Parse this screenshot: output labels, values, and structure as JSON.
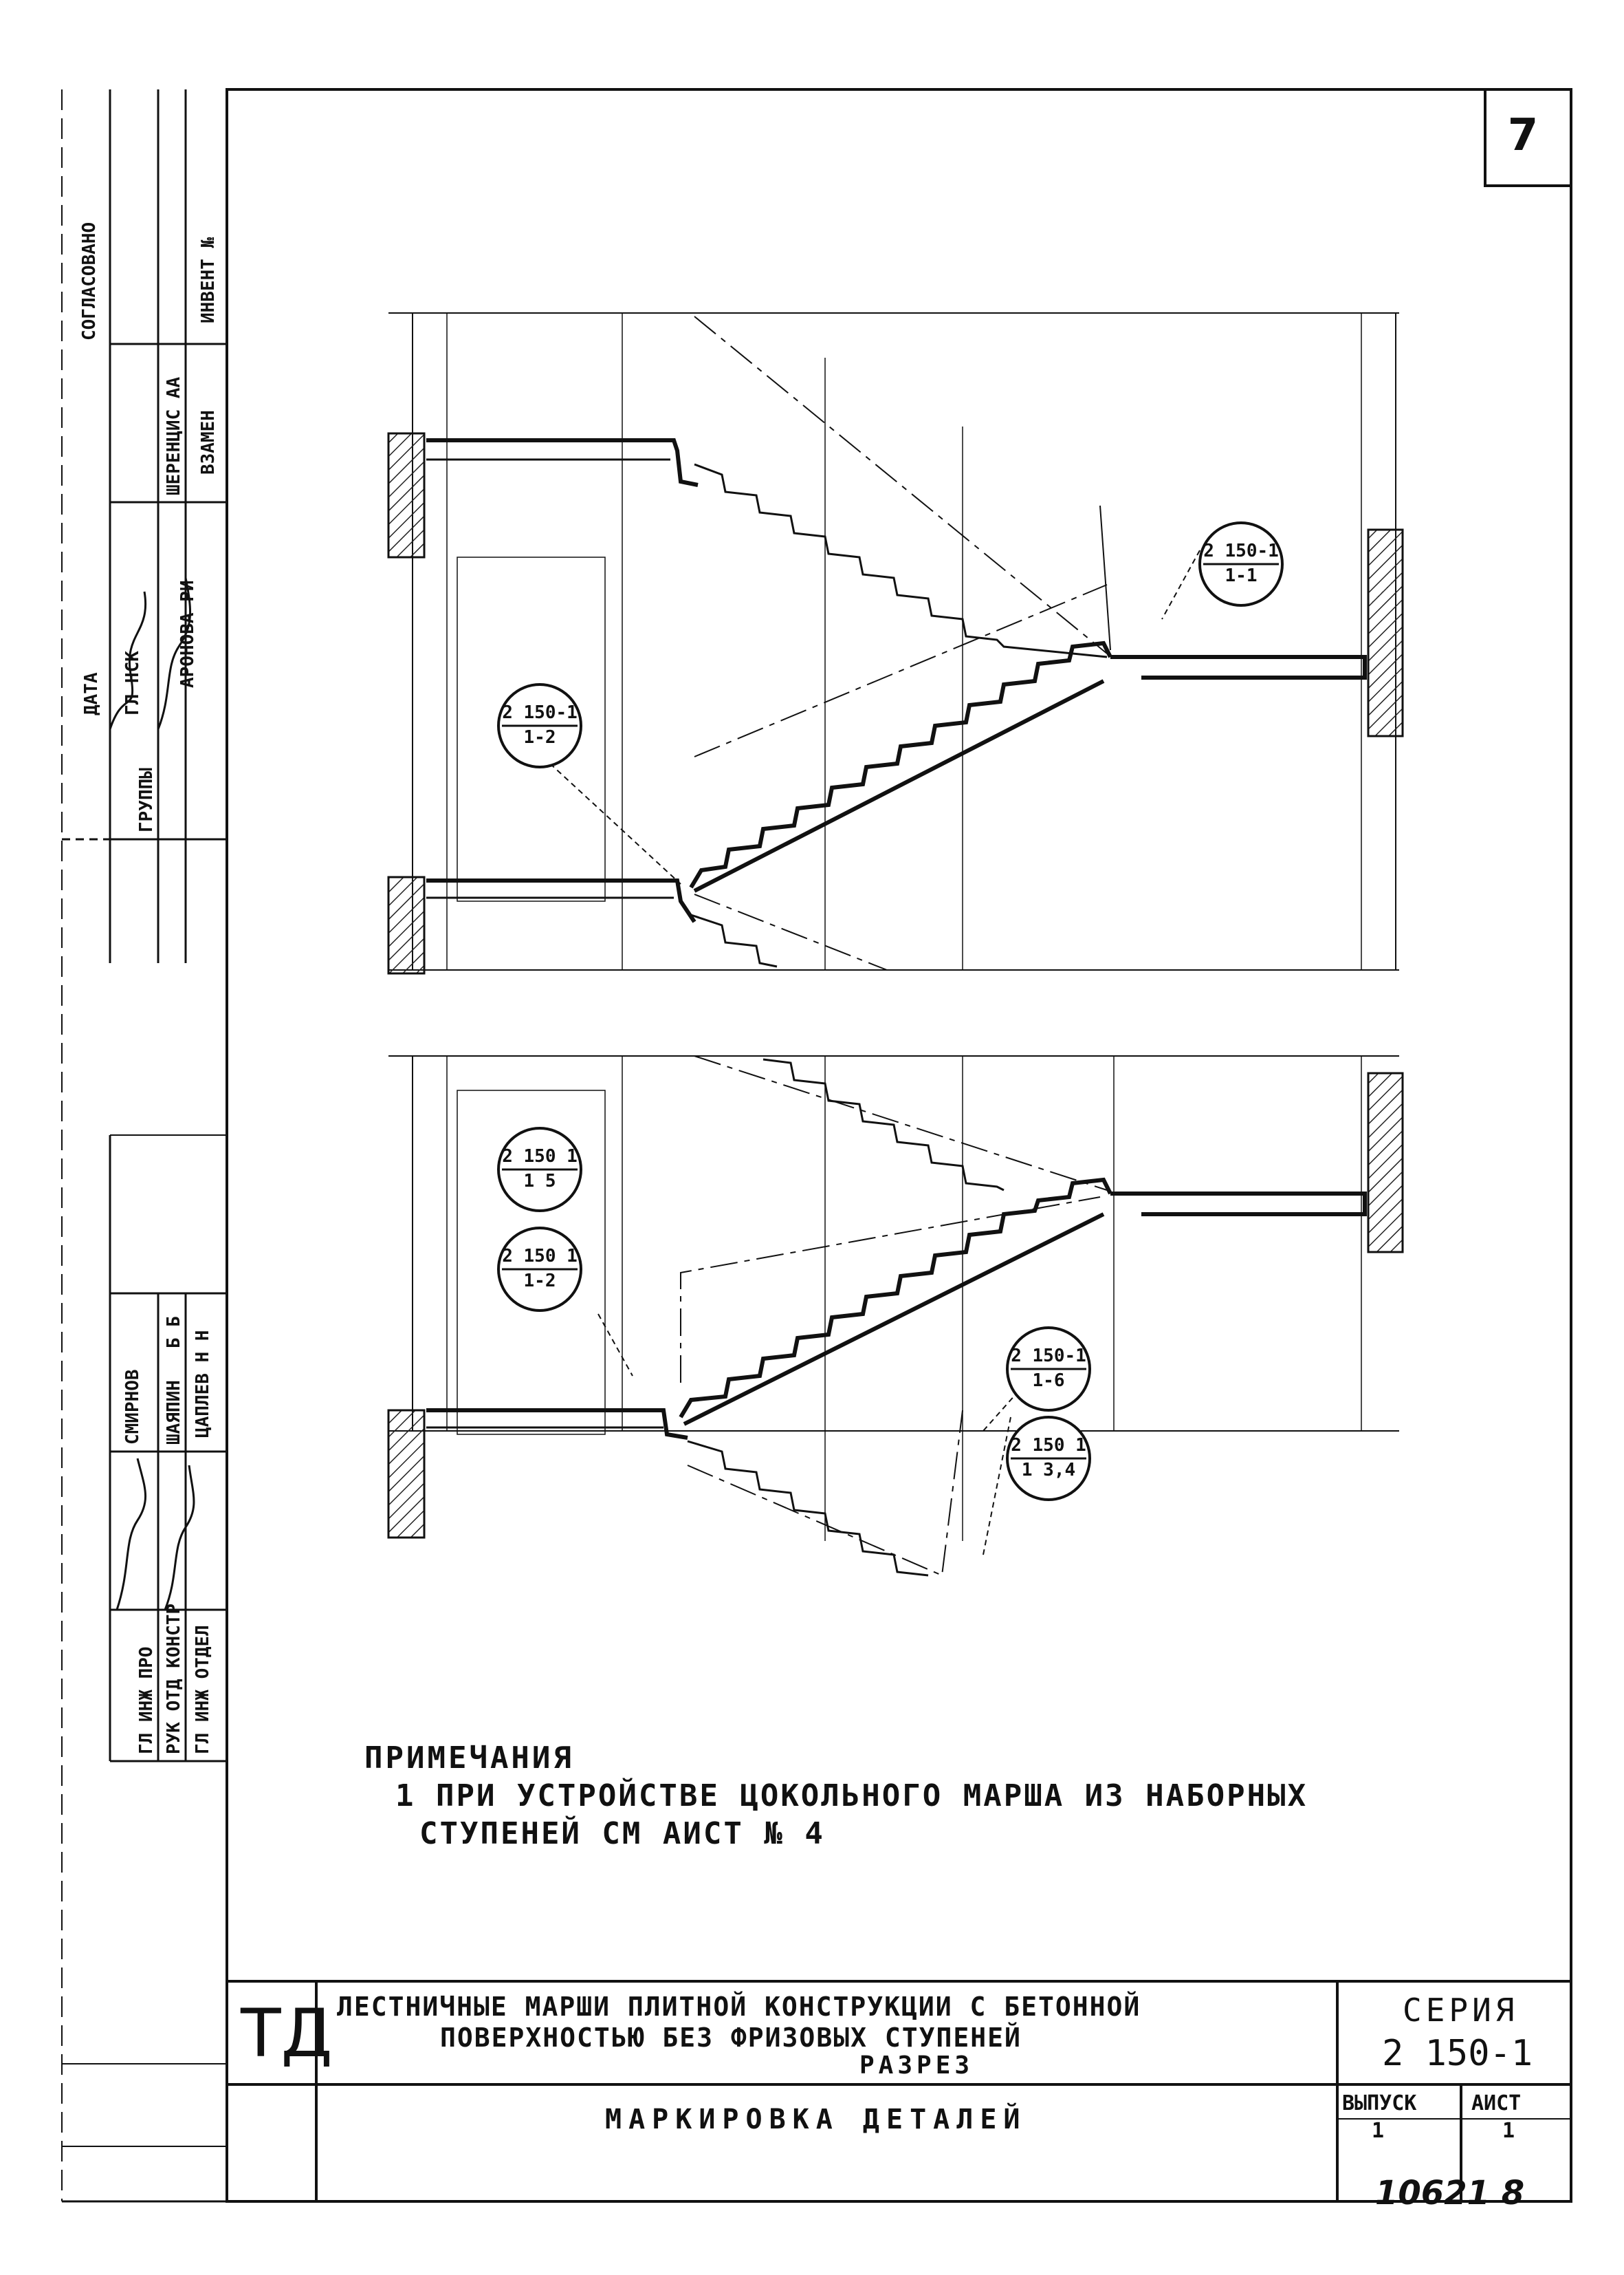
{
  "sheet_number": "7",
  "callouts": [
    {
      "top": "2 150-1",
      "bottom": "1-1"
    },
    {
      "top": "2 150-1",
      "bottom": "1-2"
    },
    {
      "top": "2 150 1",
      "bottom": "1 5"
    },
    {
      "top": "2 150 1",
      "bottom": "1-2"
    },
    {
      "top": "2 150-1",
      "bottom": "1-6"
    },
    {
      "top": "2 150 1",
      "bottom": "1 3,4"
    }
  ],
  "notes": {
    "title": "ПРИМЕЧАНИЯ",
    "line1": "1 ПРИ УСТРОЙСТВЕ ЦОКОЛЬНОГО МАРША ИЗ НАБОРНЫХ",
    "line2": "СТУПЕНЕЙ СМ АИСТ  № 4"
  },
  "title_block": {
    "org": "ТД",
    "title_line1": "ЛЕСТНИЧНЫЕ МАРШИ ПЛИТНОЙ КОНСТРУКЦИИ С БЕТОННОЙ",
    "title_line2": "ПОВЕРХНОСТЬЮ БЕЗ ФРИЗОВЫХ СТУПЕНЕЙ",
    "title_line3": "РАЗРЕЗ",
    "subtitle": "МАРКИРОВКА ДЕТАЛЕЙ",
    "series_label": "СЕРИЯ",
    "series_value": "2 150-1",
    "issue_label": "ВЫПУСК",
    "issue_value": "1",
    "sheet_label": "АИСТ",
    "sheet_value": "1"
  },
  "archive_number": "10621 8",
  "side_stamp": {
    "agreed": "СОГЛАСОВАНО",
    "date_label": "ДАТА",
    "inv_label": "ИНВЕНТ №",
    "vzamen_label": "ВЗАМЕН",
    "row_a_role": "ГЛ НСК",
    "row_a_name": "ШЕРЕНЦИС АА",
    "row_b_role": "ГРУППЫ",
    "row_b_name": "АРОНОВА РИ",
    "row_c_name": "СМИРНОВ",
    "row_d_role": "ШАЯПИН",
    "row_d_name": "Б Б",
    "row_e_name": "ЦАПЛЕВ Н Н",
    "role_1": "ГЛ ИНЖ ОТДЕЛ",
    "role_2": "РУК ОТД КОНСТР",
    "role_3": "ГЛ ИНЖ ПРО"
  }
}
